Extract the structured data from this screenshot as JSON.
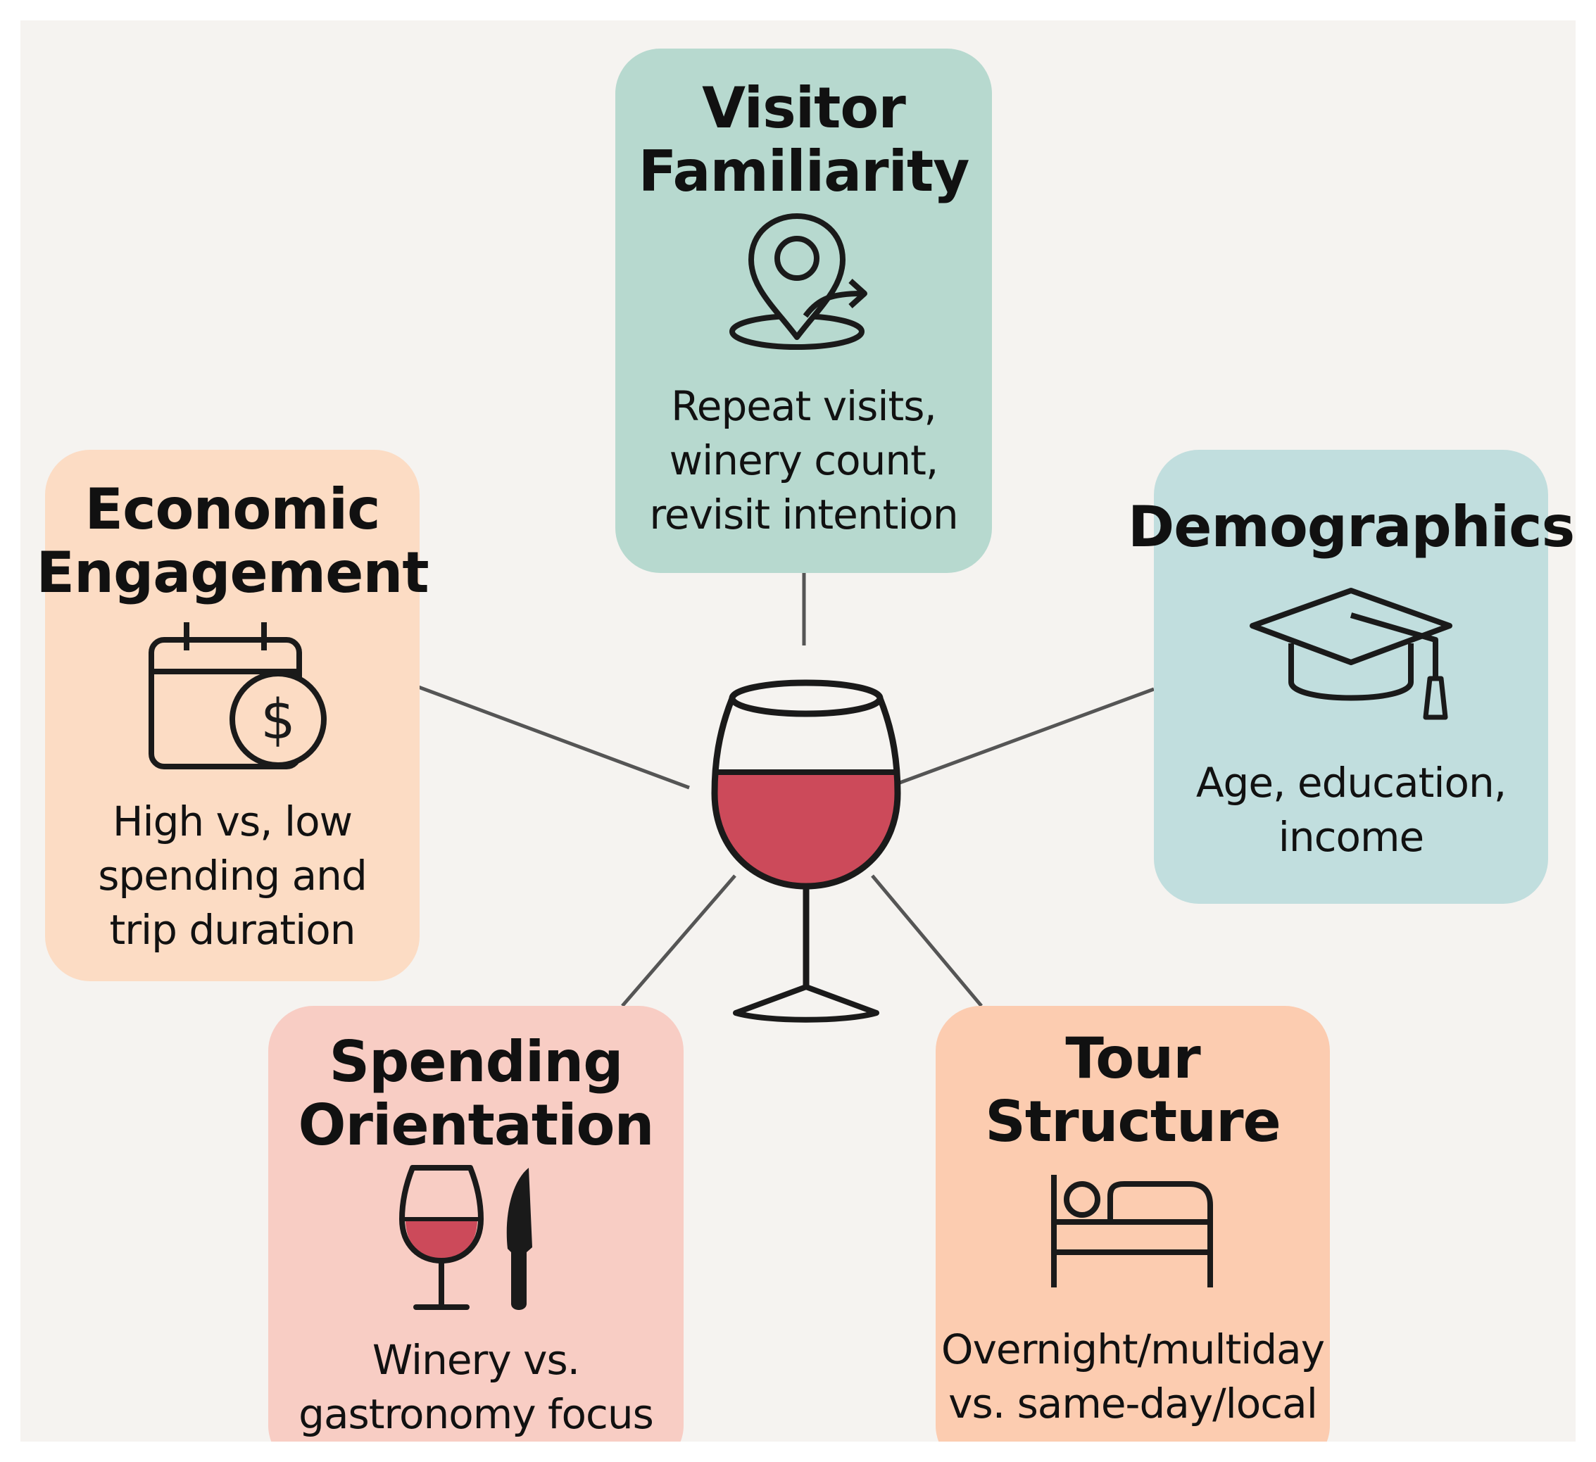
{
  "colors": {
    "background": "#f5f3f0",
    "wine": "#cc4a5a",
    "stroke": "#1a1a1a",
    "connector": "#555555"
  },
  "center": {
    "icon": "wine-glass-icon"
  },
  "cards": {
    "visitor_familiarity": {
      "title": [
        "Visitor",
        "Familiarity"
      ],
      "description": [
        "Repeat visits,",
        "winery count,",
        "revisit intention"
      ],
      "icon": "location-pin-arrow-icon",
      "color": "#b7d9cf"
    },
    "economic_engagement": {
      "title": [
        "Economic",
        "Engagement"
      ],
      "description": [
        "High vs, low",
        "spending and",
        "trip duration"
      ],
      "icon": "calendar-dollar-icon",
      "color": "#fcdcc4"
    },
    "demographics": {
      "title": [
        "Demographics"
      ],
      "description": [
        "Age, education,",
        "income"
      ],
      "icon": "graduation-cap-icon",
      "color": "#c1dede"
    },
    "spending_orientation": {
      "title": [
        "Spending",
        "Orientation"
      ],
      "description": [
        "Winery vs.",
        "gastronomy focus"
      ],
      "icon": "wine-and-knife-icon",
      "color": "#f8cdc4"
    },
    "tour_structure": {
      "title": [
        "Tour",
        "Structure"
      ],
      "description": [
        "Overnight/multiday",
        "vs. same-day/local"
      ],
      "icon": "bed-icon",
      "color": "#fcccb0"
    }
  }
}
